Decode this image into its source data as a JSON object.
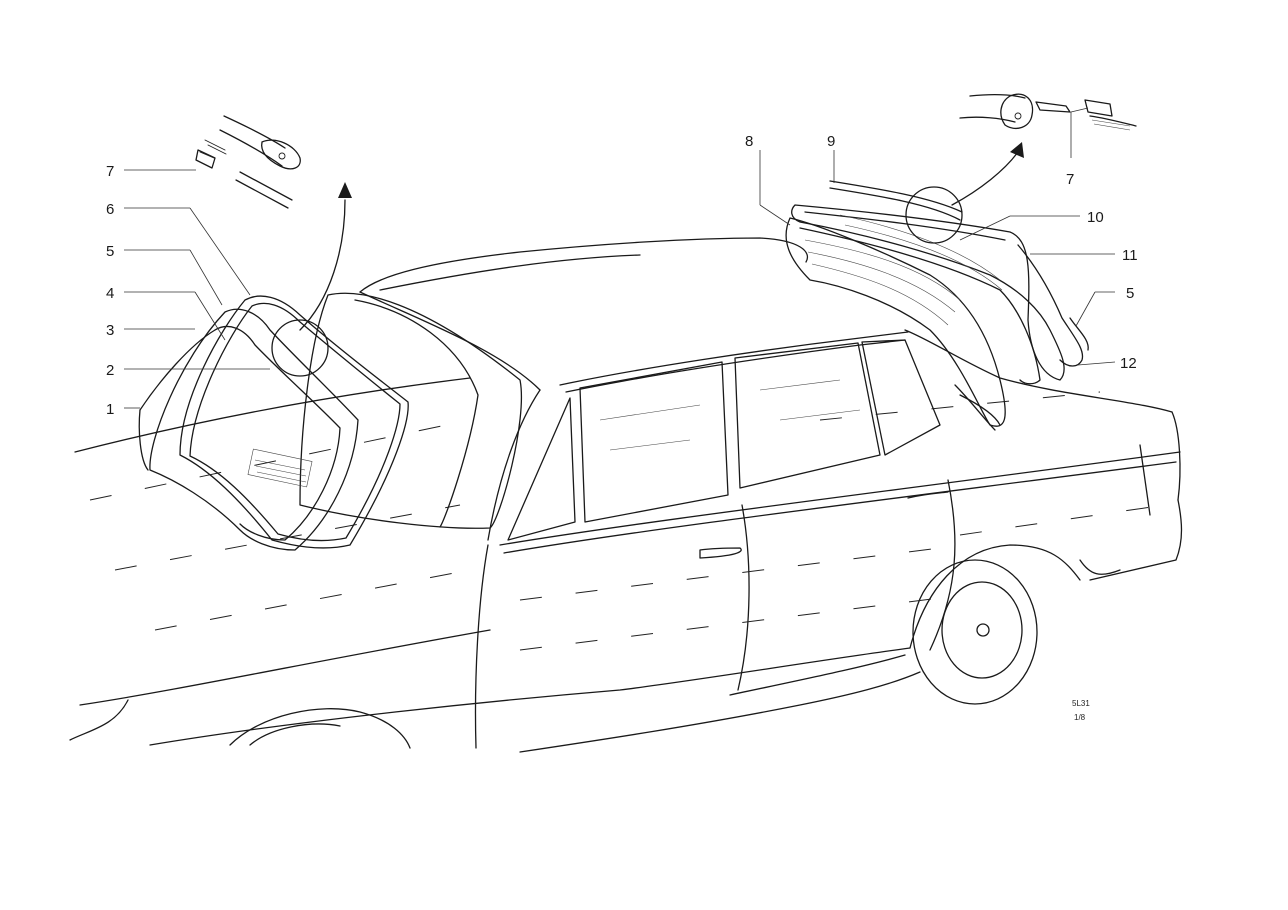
{
  "diagram": {
    "callouts": [
      {
        "id": "c1",
        "label": "1"
      },
      {
        "id": "c2",
        "label": "2"
      },
      {
        "id": "c3",
        "label": "3"
      },
      {
        "id": "c4",
        "label": "4"
      },
      {
        "id": "c5a",
        "label": "5"
      },
      {
        "id": "c6",
        "label": "6"
      },
      {
        "id": "c7a",
        "label": "7"
      },
      {
        "id": "c8",
        "label": "8"
      },
      {
        "id": "c9",
        "label": "9"
      },
      {
        "id": "c10",
        "label": "10"
      },
      {
        "id": "c11",
        "label": "11"
      },
      {
        "id": "c5b",
        "label": "5"
      },
      {
        "id": "c12",
        "label": "12"
      },
      {
        "id": "c7b",
        "label": "7"
      }
    ],
    "drawing_code": "5L31",
    "sheet": "1/8"
  }
}
